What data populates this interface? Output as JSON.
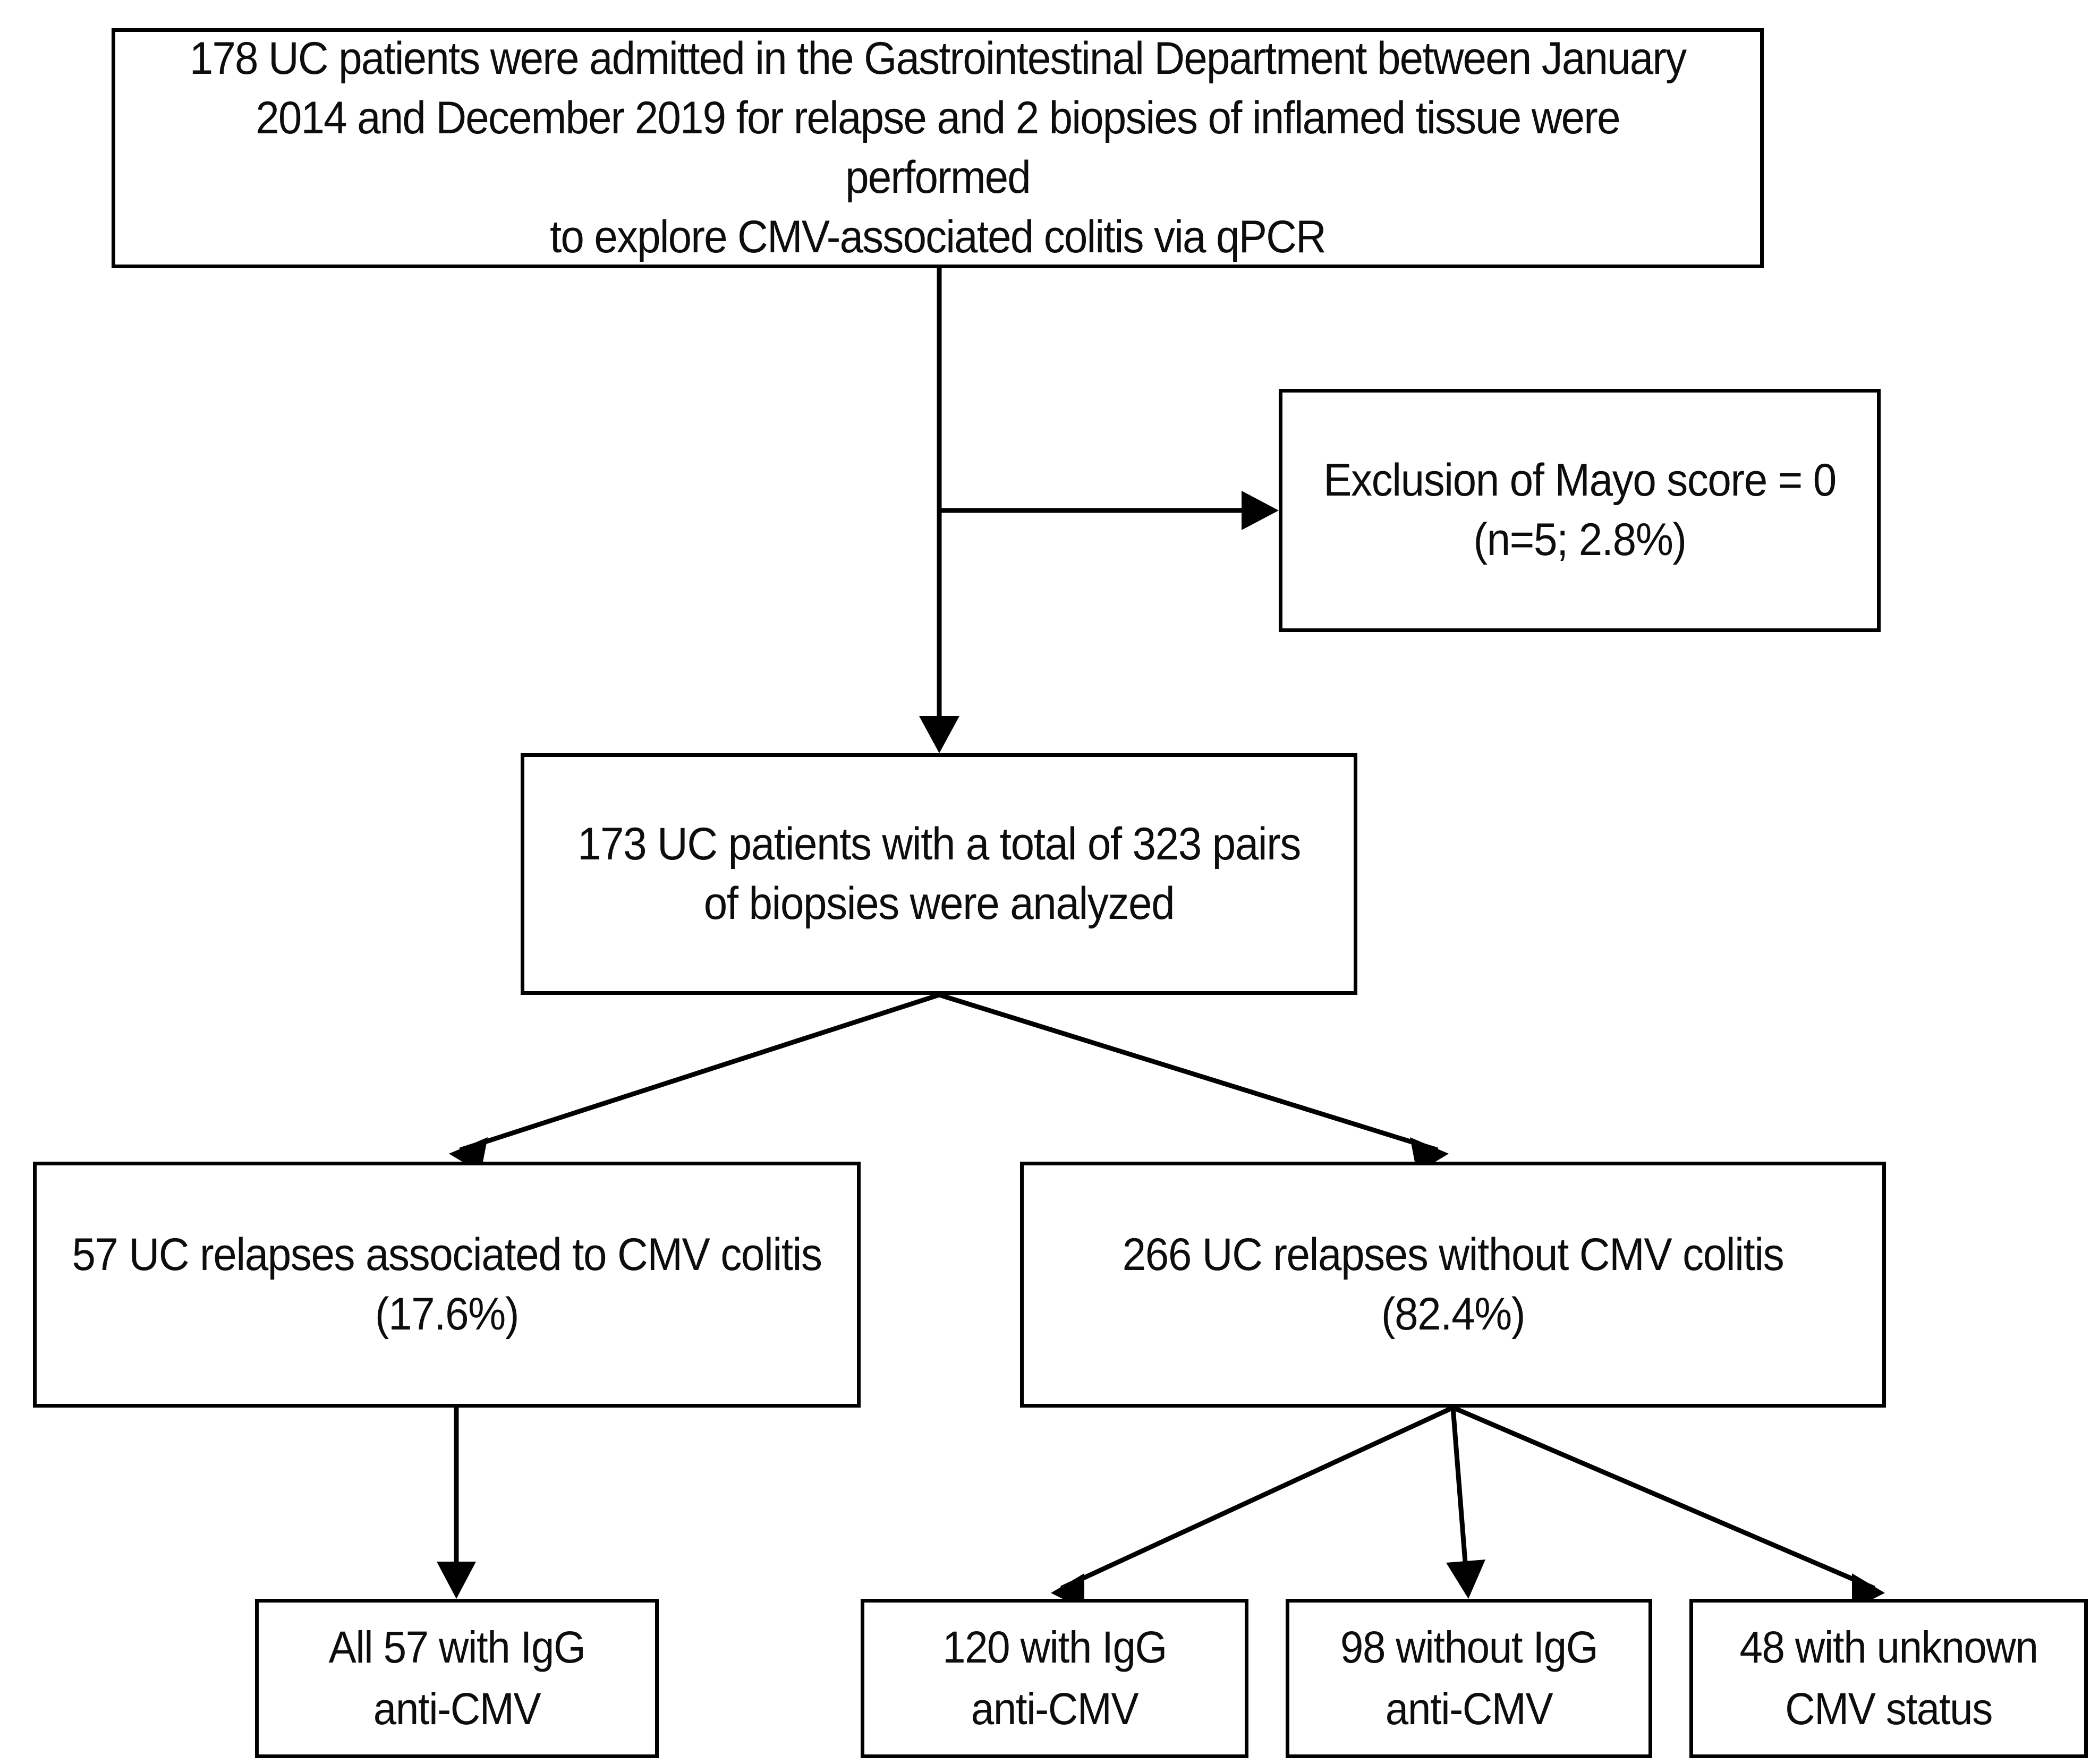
{
  "diagram": {
    "title": "Patient selection flowchart",
    "type": "flowchart",
    "colors": {
      "box_border": "#000000",
      "box_fill": "#ffffff",
      "text": "#0d0d0d",
      "arrow": "#000000"
    },
    "nodes": {
      "source": {
        "id": "source",
        "text": "178 UC patients were admitted in the Gastrointestinal Department between January\n2014 and December 2019 for relapse and 2 biopsies of inflamed tissue were performed\nto explore CMV-associated colitis via qPCR",
        "count": 178
      },
      "exclusion": {
        "id": "exclusion",
        "text": "Exclusion of Mayo score = 0\n(n=5; 2.8%)",
        "count": 5,
        "percent": "2.8%"
      },
      "analyzed": {
        "id": "analyzed",
        "text": "173 UC patients with a total of 323 pairs\nof biopsies were analyzed",
        "patients": 173,
        "biopsy_pairs": 323
      },
      "cmv_positive": {
        "id": "cmv-positive",
        "text": "57 UC relapses associated to CMV colitis\n(17.6%)",
        "count": 57,
        "percent": "17.6%"
      },
      "cmv_negative": {
        "id": "cmv-negative",
        "text": "266 UC relapses without CMV colitis\n(82.4%)",
        "count": 266,
        "percent": "82.4%"
      },
      "igg_all57": {
        "id": "igg-all57",
        "text": "All 57 with IgG\nanti-CMV",
        "count": 57
      },
      "igg_120": {
        "id": "igg-120",
        "text": "120 with IgG\nanti-CMV",
        "count": 120
      },
      "igg_98": {
        "id": "igg-98",
        "text": "98 without IgG\nanti-CMV",
        "count": 98
      },
      "igg_unknown": {
        "id": "igg-unknown",
        "text": "48 with unknown\nCMV status",
        "count": 48
      }
    },
    "edges": [
      {
        "from": "source",
        "to": "exclusion",
        "style": "elbow-right-arrow"
      },
      {
        "from": "source",
        "to": "analyzed",
        "style": "straight-down-arrow"
      },
      {
        "from": "analyzed",
        "to": "cmv_positive",
        "style": "diagonal-left-arrow"
      },
      {
        "from": "analyzed",
        "to": "cmv_negative",
        "style": "diagonal-right-arrow"
      },
      {
        "from": "cmv_positive",
        "to": "igg_all57",
        "style": "straight-down-arrow"
      },
      {
        "from": "cmv_negative",
        "to": "igg_120",
        "style": "diagonal-left-arrow"
      },
      {
        "from": "cmv_negative",
        "to": "igg_98",
        "style": "straight-down-arrow"
      },
      {
        "from": "cmv_negative",
        "to": "igg_unknown",
        "style": "diagonal-right-arrow"
      }
    ]
  }
}
